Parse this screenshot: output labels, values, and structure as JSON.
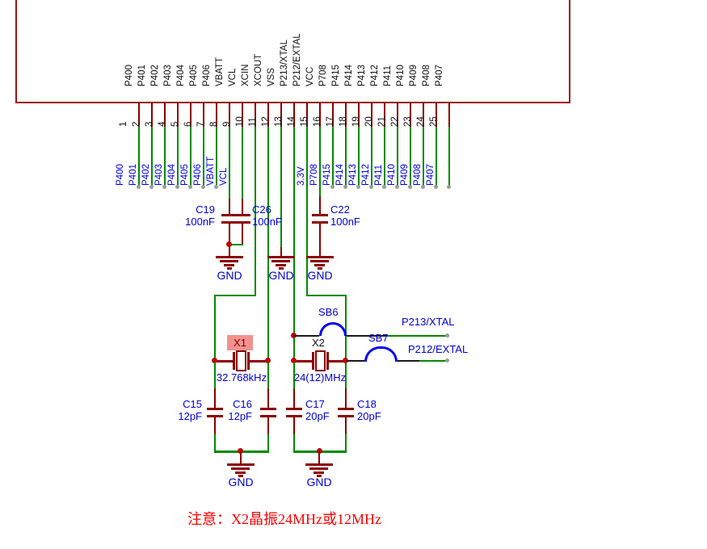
{
  "ic": {
    "pins": [
      {
        "num": "1",
        "label": "P400",
        "net": "P400"
      },
      {
        "num": "2",
        "label": "P401",
        "net": "P401"
      },
      {
        "num": "3",
        "label": "P402",
        "net": "P402"
      },
      {
        "num": "4",
        "label": "P403",
        "net": "P403"
      },
      {
        "num": "5",
        "label": "P404",
        "net": "P404"
      },
      {
        "num": "6",
        "label": "P405",
        "net": "P405"
      },
      {
        "num": "7",
        "label": "P406",
        "net": "P406"
      },
      {
        "num": "8",
        "label": "VBATT",
        "net": "VBATT"
      },
      {
        "num": "9",
        "label": "VCL",
        "net": "VCL"
      },
      {
        "num": "10",
        "label": "XCIN",
        "net": ""
      },
      {
        "num": "11",
        "label": "XCOUT",
        "net": ""
      },
      {
        "num": "12",
        "label": "VSS",
        "net": ""
      },
      {
        "num": "13",
        "label": "P213/XTAL",
        "net": ""
      },
      {
        "num": "14",
        "label": "P212/EXTAL",
        "net": ""
      },
      {
        "num": "15",
        "label": "VCC",
        "net": "3.3V"
      },
      {
        "num": "16",
        "label": "P708",
        "net": "P708"
      },
      {
        "num": "17",
        "label": "P415",
        "net": "P415"
      },
      {
        "num": "18",
        "label": "P414",
        "net": "P414"
      },
      {
        "num": "19",
        "label": "P413",
        "net": "P413"
      },
      {
        "num": "20",
        "label": "P412",
        "net": "P412"
      },
      {
        "num": "21",
        "label": "P411",
        "net": "P411"
      },
      {
        "num": "22",
        "label": "P410",
        "net": "P410"
      },
      {
        "num": "23",
        "label": "P409",
        "net": "P409"
      },
      {
        "num": "24",
        "label": "P408",
        "net": "P408"
      },
      {
        "num": "25",
        "label": "P407",
        "net": "P407"
      }
    ]
  },
  "decoupling_caps": [
    {
      "ref": "C19",
      "value": "100nF"
    },
    {
      "ref": "C26",
      "value": "100nF"
    },
    {
      "ref": "C22",
      "value": "100nF"
    }
  ],
  "crystal_x1": {
    "ref": "X1",
    "value": "32.768kHz"
  },
  "crystal_x2": {
    "ref": "X2",
    "value": "24(12)MHz"
  },
  "load_caps": [
    {
      "ref": "C15",
      "value": "12pF"
    },
    {
      "ref": "C16",
      "value": "12pF"
    },
    {
      "ref": "C17",
      "value": "20pF"
    },
    {
      "ref": "C18",
      "value": "20pF"
    }
  ],
  "solder_bridge_sb6": "SB6",
  "solder_bridge_sb7": "SB7",
  "net_xtal": "P213/XTAL",
  "net_extal": "P212/EXTAL",
  "gnd_label": "GND",
  "note": "注意：X2晶振24MHz或12MHz",
  "colors": {
    "wire_green": "#008A00",
    "component_red": "#8B0000",
    "junction_red": "#C00000",
    "label_blue": "#0000D8",
    "net_label_blue": "#0000E8",
    "bridge_blue": "#0000F0",
    "note_red": "#FF0000",
    "highlight_pink": "#F2928E",
    "endpoint_gray": "#9A9A9A"
  }
}
